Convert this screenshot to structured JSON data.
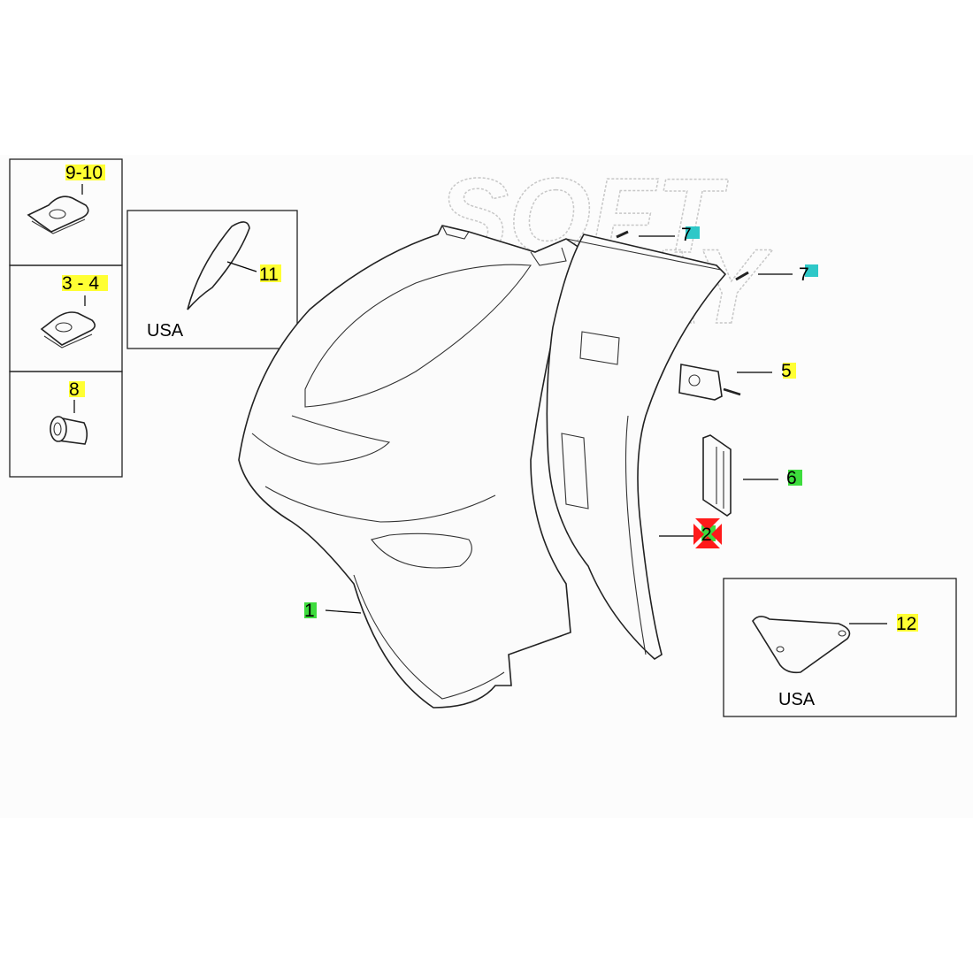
{
  "watermark": {
    "line1": "SOFT",
    "line2": "WAY"
  },
  "colors": {
    "yellow_highlight": "#ffff33",
    "cyan_highlight": "#2ec8c8",
    "green_highlight": "#3ddc3d",
    "red_marker": "#ff1a1a"
  },
  "insets": [
    {
      "label": "9-10"
    },
    {
      "label": "3 - 4"
    },
    {
      "label": "8"
    },
    {
      "label": "11",
      "note": "USA"
    },
    {
      "label": "12",
      "note": "USA"
    }
  ],
  "callouts": {
    "screw_top": "7",
    "screw_right": "7",
    "switch": "5",
    "cover": "6",
    "leg_shield": "2",
    "front_shield": "1"
  }
}
